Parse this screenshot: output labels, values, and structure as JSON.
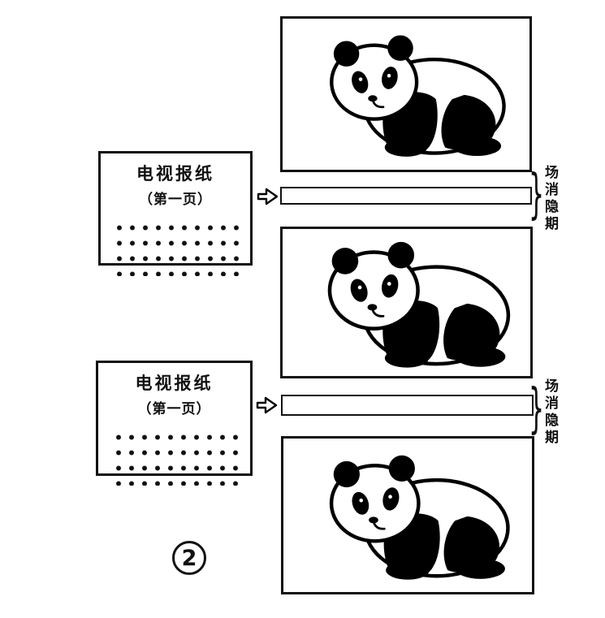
{
  "teletext_boxes": [
    {
      "title": "电视报纸",
      "subtitle": "（第一页）"
    },
    {
      "title": "电视报纸",
      "subtitle": "（第一页）"
    }
  ],
  "blanking_labels": [
    {
      "text": "场消隐期"
    },
    {
      "text": "场消隐期"
    }
  ],
  "frames": [
    {
      "content": "panda picture (TV field 1)"
    },
    {
      "content": "panda picture (TV field 2)"
    },
    {
      "content": "panda picture (TV field 3)"
    }
  ],
  "figure_number": "2",
  "icons": {
    "arrow_right": "⇨",
    "brace": "}"
  },
  "colors": {
    "ink": "#111111",
    "background": "#ffffff"
  }
}
